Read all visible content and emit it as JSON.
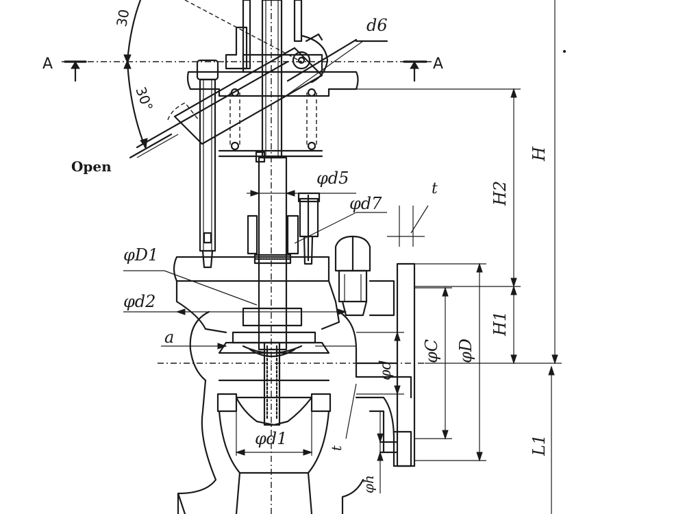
{
  "labels": {
    "section_left": "A",
    "section_right": "A",
    "angle_top": "30",
    "angle_mid": "30°",
    "open": "Open",
    "d6": "d6",
    "phi_d5": "φd5",
    "phi_d7": "φd7",
    "t": "t",
    "phi_D1": "φD1",
    "phi_d2": "φd2",
    "a": "a",
    "phi_C": "φC",
    "phi_D": "φD",
    "phi_d": "φd",
    "phi_d1": "φd1",
    "t_lower": "t",
    "phi_h": "φh",
    "H": "H",
    "H2": "H2",
    "H1": "H1",
    "L1": "L1"
  },
  "colors": {
    "ink": "#1a1a1a",
    "background": "#ffffff"
  }
}
